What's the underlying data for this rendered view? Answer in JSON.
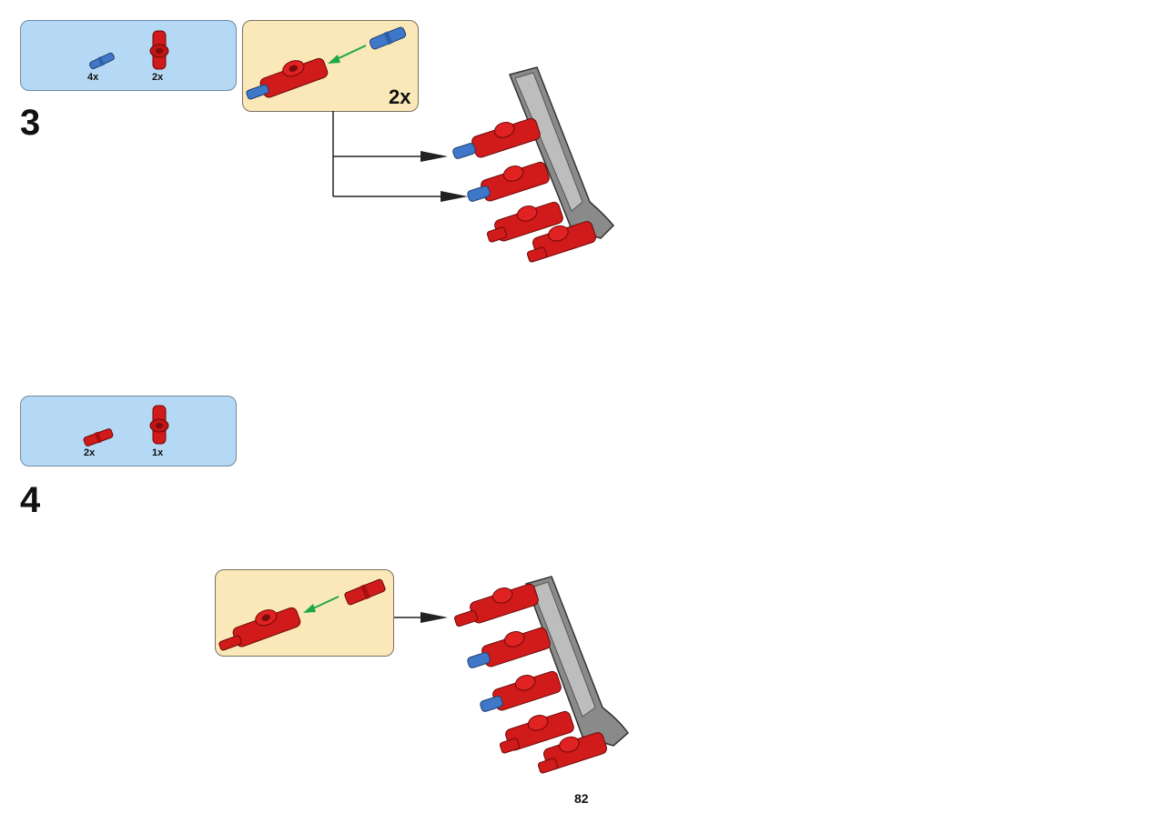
{
  "step3": {
    "number": "3",
    "parts": [
      {
        "qty": "4x",
        "icon": "blue-axle-pin-icon",
        "color": "#3f78c8"
      },
      {
        "qty": "2x",
        "icon": "red-connector-icon",
        "color": "#d11a1a"
      }
    ],
    "subassembly_multiplier": "2x"
  },
  "step4": {
    "number": "4",
    "parts": [
      {
        "qty": "2x",
        "icon": "red-axle-pin-icon",
        "color": "#d11a1a"
      },
      {
        "qty": "1x",
        "icon": "red-connector-icon",
        "color": "#d11a1a"
      }
    ]
  },
  "page_number": "82",
  "colors": {
    "parts_box": "#b5d8f4",
    "subassembly_box": "#fbe8b8",
    "brick_red": "#d11a1a",
    "brick_blue": "#3f78c8",
    "beam_gray": "#8a8a8a",
    "insert_arrow": "#1ea84a"
  }
}
